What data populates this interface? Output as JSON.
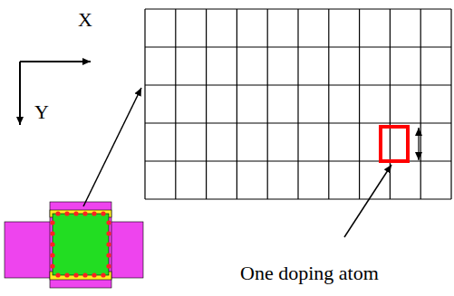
{
  "diagram": {
    "labels": [
      "X",
      "Y",
      "One doping atom"
    ]
  }
}
